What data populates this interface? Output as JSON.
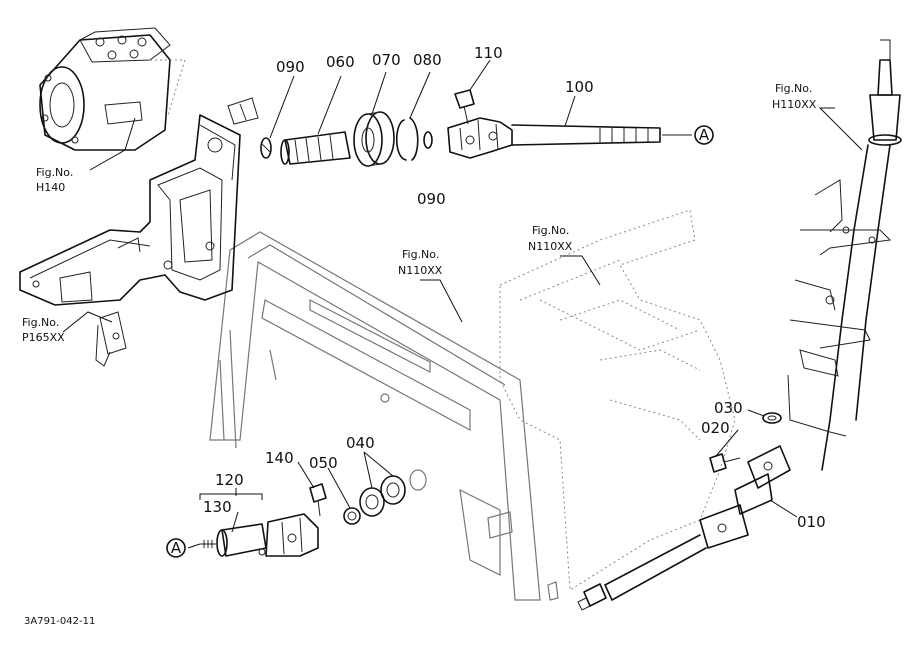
{
  "part_numbers": {
    "p090_top": "090",
    "p060": "060",
    "p070": "070",
    "p080": "080",
    "p110": "110",
    "p100": "100",
    "p090_mid": "090",
    "p030": "030",
    "p020": "020",
    "p010": "010",
    "p140": "140",
    "p050": "050",
    "p040": "040",
    "p120": "120",
    "p130": "130"
  },
  "references": {
    "fig_h140_line1": "Fig.No.",
    "fig_h140_line2": "H140",
    "fig_p165_line1": "Fig.No.",
    "fig_p165_line2": "P165XX",
    "fig_n110_left_line1": "Fig.No.",
    "fig_n110_left_line2": "N110XX",
    "fig_n110_right_line1": "Fig.No.",
    "fig_n110_right_line2": "N110XX",
    "fig_h110_line1": "Fig.No.",
    "fig_h110_line2": "H110XX"
  },
  "connectors": {
    "a_top": "A",
    "a_bottom": "A"
  },
  "drawing_code": "3A791-042-11"
}
